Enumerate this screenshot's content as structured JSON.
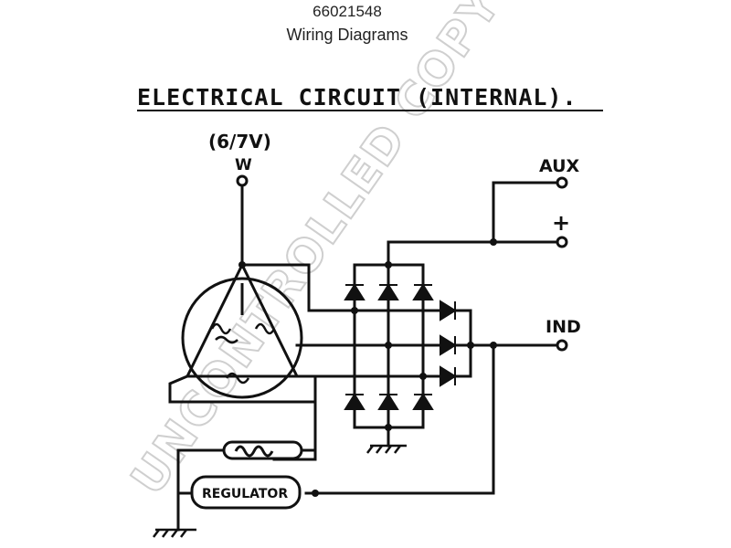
{
  "header": {
    "doc_number": "66021548",
    "subtitle": "Wiring Diagrams"
  },
  "diagram": {
    "title": "ELECTRICAL CIRCUIT (INTERNAL).",
    "voltage_label": "(6/7V)",
    "terminals": {
      "w": "W",
      "aux": "AUX",
      "plus": "+",
      "ind": "IND"
    },
    "regulator_label": "REGULATOR",
    "watermark": "UNCONTROLLED COPY"
  }
}
